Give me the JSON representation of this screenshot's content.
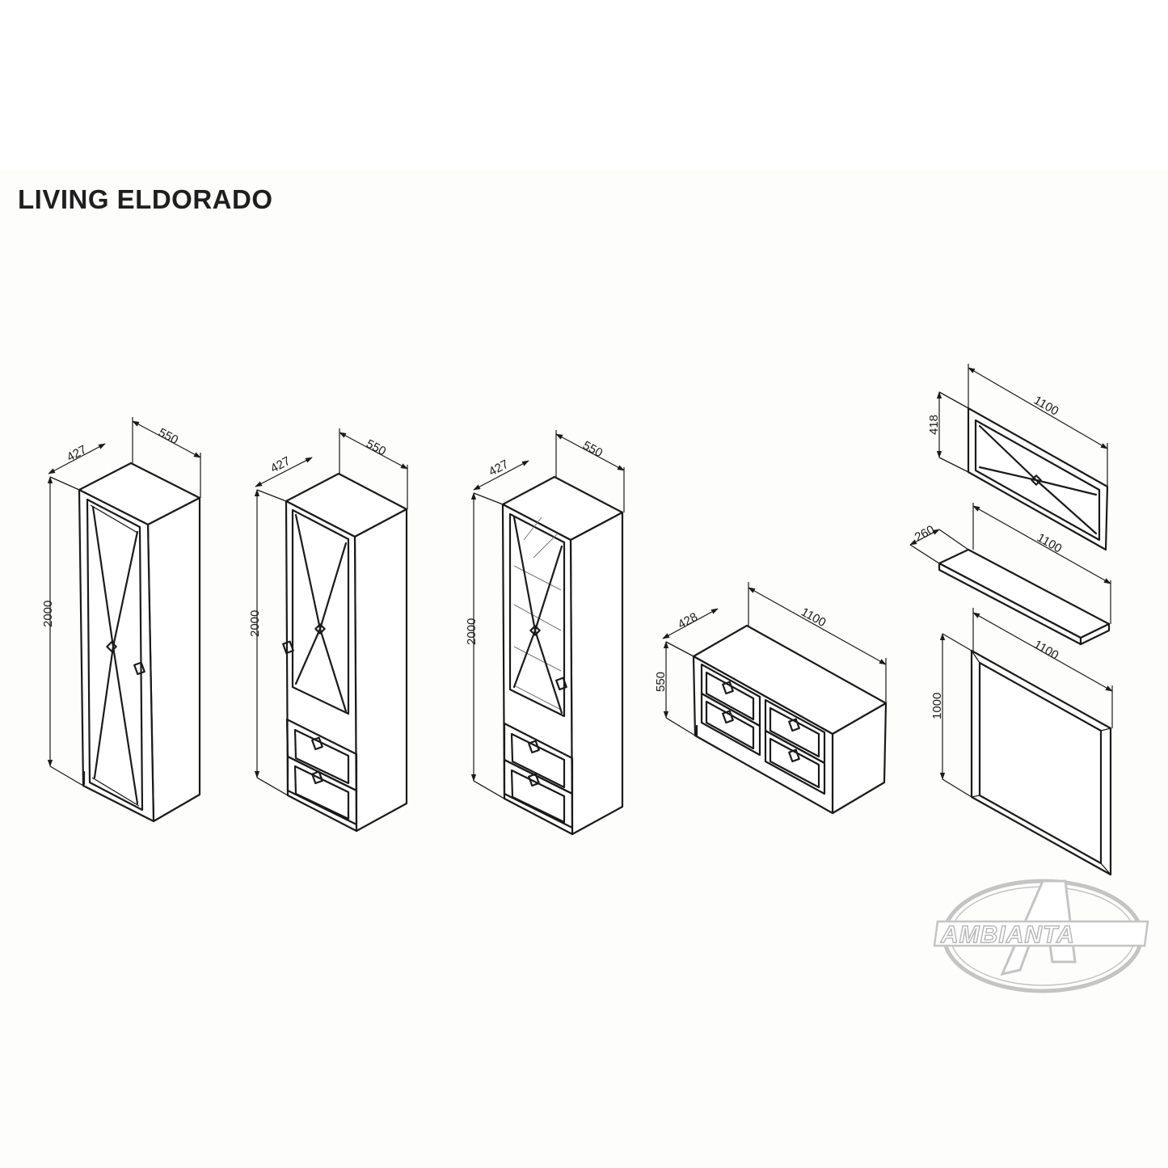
{
  "title": "LIVING ELDORADO",
  "logo": {
    "text": "AMBIANTA",
    "color": "#c4c4c4"
  },
  "items": [
    {
      "name": "single-door cabinet",
      "dimensions": {
        "depth": "427",
        "width": "550",
        "height": "2000"
      }
    },
    {
      "name": "door cabinet with two drawers",
      "dimensions": {
        "depth": "427",
        "width": "550",
        "height": "2000"
      }
    },
    {
      "name": "glass showcase with two drawers",
      "dimensions": {
        "depth": "427",
        "width": "550",
        "height": "2000"
      }
    },
    {
      "name": "chest of four drawers",
      "dimensions": {
        "depth": "428",
        "width": "1100",
        "height": "550"
      }
    },
    {
      "name": "wall panel",
      "dimensions": {
        "width": "1100",
        "height": "418"
      }
    },
    {
      "name": "wall shelf",
      "dimensions": {
        "depth": "260",
        "width": "1100"
      }
    },
    {
      "name": "mirror",
      "dimensions": {
        "width": "1100",
        "height": "1000"
      }
    }
  ]
}
